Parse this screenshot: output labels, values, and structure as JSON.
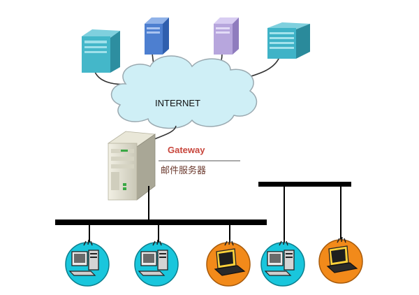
{
  "cloud": {
    "label": "INTERNET",
    "fill": "#cfeff6",
    "stroke": "#9aa9b0"
  },
  "gateway": {
    "label": "Gateway",
    "label_color": "#c8463c",
    "sublabel": "邮件服务器",
    "sublabel_color": "#6b3a2e"
  },
  "colors": {
    "bus": "#000000",
    "cable": "#333333",
    "pc_circle_blue": "#19c6dc",
    "pc_circle_orange": "#f28a1a",
    "server_teal": "#3fb3c7",
    "server_blue": "#4d7fd0",
    "server_purple": "#b7a6dd"
  },
  "servers": [
    {
      "name": "server-1",
      "style": "teal-tower"
    },
    {
      "name": "server-2",
      "style": "blue-tower"
    },
    {
      "name": "server-3",
      "style": "purple-tower"
    },
    {
      "name": "server-4",
      "style": "teal-cabinet"
    }
  ],
  "workstations": [
    {
      "name": "workstation-1",
      "kind": "desktop",
      "ring": "blue"
    },
    {
      "name": "workstation-2",
      "kind": "desktop",
      "ring": "blue"
    },
    {
      "name": "workstation-3",
      "kind": "laptop",
      "ring": "orange"
    },
    {
      "name": "workstation-4",
      "kind": "desktop",
      "ring": "blue"
    },
    {
      "name": "workstation-5",
      "kind": "laptop",
      "ring": "orange"
    }
  ]
}
